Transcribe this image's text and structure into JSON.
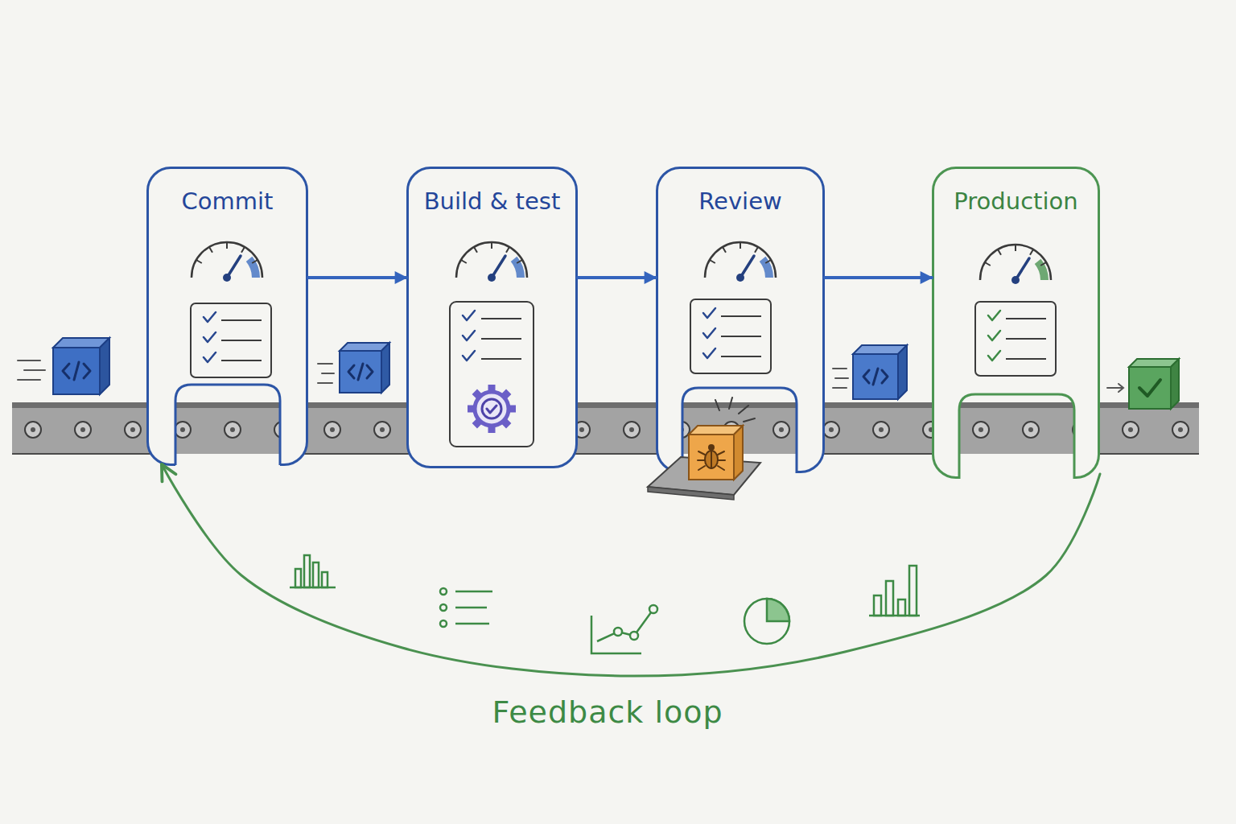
{
  "diagram": {
    "nodes": [
      {
        "text": [
          "Commit"
        ]
      },
      {
        "text": [
          "Build & test"
        ]
      },
      {
        "text": [
          "Review"
        ]
      },
      {
        "text": [
          "Production"
        ]
      }
    ],
    "edges": [
      {
        "from": 0,
        "to": 1,
        "arrow": "to"
      },
      {
        "from": 1,
        "to": 2,
        "arrow": "to"
      },
      {
        "from": 2,
        "to": 3,
        "arrow": "to"
      },
      {
        "from": 3,
        "to": 0,
        "arrow": "to",
        "label": "Feedback loop"
      }
    ]
  }
}
